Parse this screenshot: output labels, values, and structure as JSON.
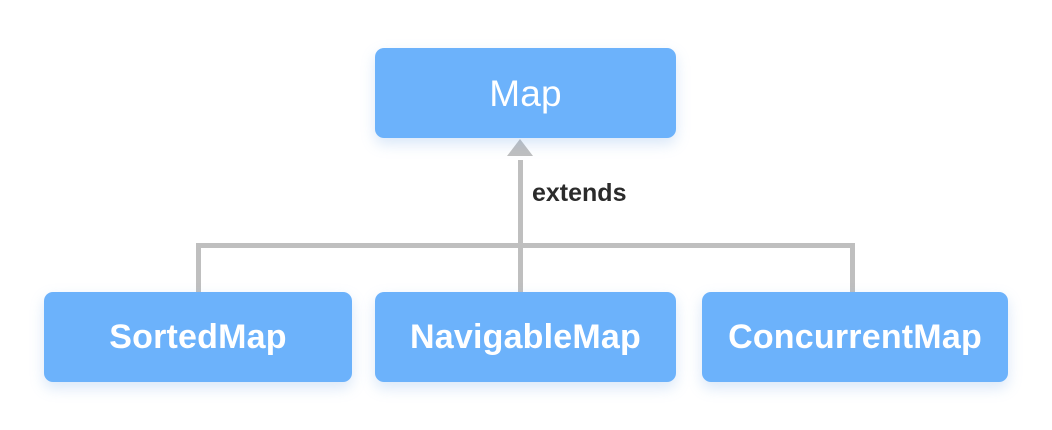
{
  "diagram": {
    "type": "class-inheritance-hierarchy",
    "colors": {
      "node_fill": "#6cb2fb",
      "node_text": "#ffffff",
      "connector": "#bfbfbf",
      "label_text": "#2b2b2b",
      "background": "#ffffff"
    },
    "parent": {
      "id": "map",
      "label": "Map"
    },
    "relationship": {
      "label": "extends",
      "direction": "child-to-parent",
      "arrow": "open-triangle-up"
    },
    "children": [
      {
        "id": "sortedmap",
        "label": "SortedMap"
      },
      {
        "id": "navigablemap",
        "label": "NavigableMap"
      },
      {
        "id": "concurrentmap",
        "label": "ConcurrentMap"
      }
    ]
  }
}
